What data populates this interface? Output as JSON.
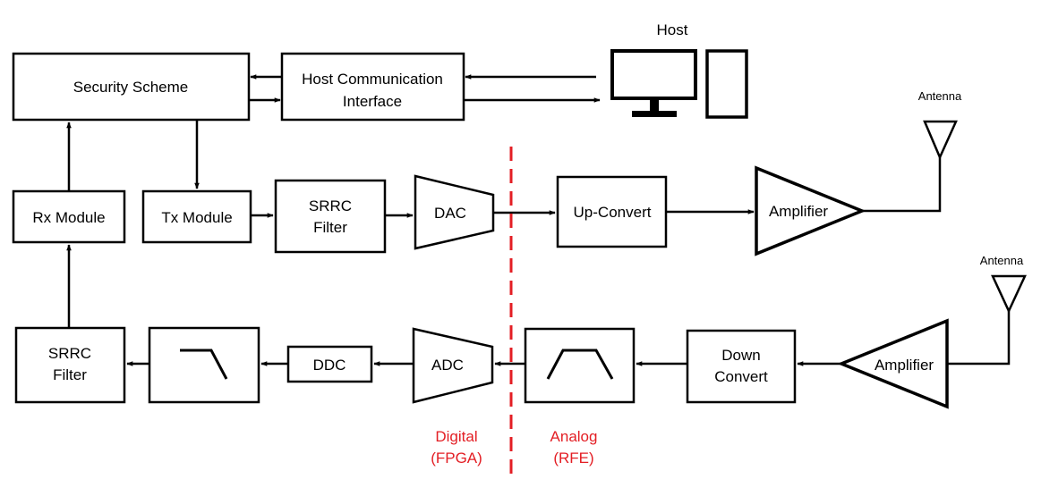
{
  "blocks": {
    "security_scheme": "Security Scheme",
    "host_comm": [
      "Host Communication",
      "Interface"
    ],
    "host": "Host",
    "rx_module": "Rx Module",
    "tx_module": "Tx Module",
    "srrc_filter_tx": [
      "SRRC",
      "Filter"
    ],
    "dac": "DAC",
    "up_convert": "Up-Convert",
    "amplifier_tx": "Amplifier",
    "antenna_tx": "Antenna",
    "srrc_filter_rx": [
      "SRRC",
      "Filter"
    ],
    "ddc": "DDC",
    "adc": "ADC",
    "down_convert": [
      "Down",
      "Convert"
    ],
    "amplifier_rx": "Amplifier",
    "antenna_rx": "Antenna"
  },
  "domains": {
    "digital": [
      "Digital",
      "(FPGA)"
    ],
    "analog": [
      "Analog",
      "(RFE)"
    ]
  },
  "colors": {
    "divider": "#e31e24",
    "lines": "#000000"
  }
}
